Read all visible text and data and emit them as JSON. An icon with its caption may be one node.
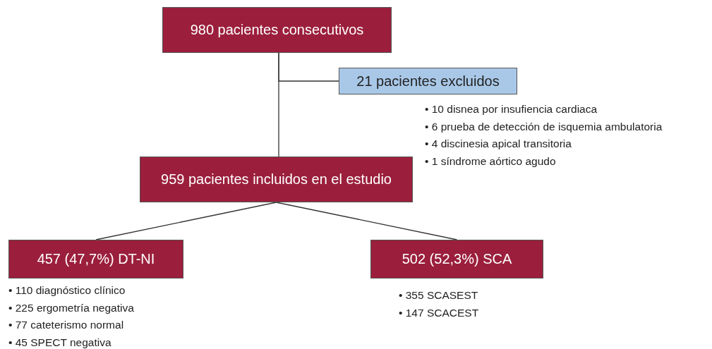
{
  "diagram": {
    "nodes": [
      {
        "text": [
          "980 pacientes consecutivos"
        ]
      },
      {
        "text": [
          "21 pacientes excluidos"
        ],
        "beside": [
          "• 10 disnea por insufiencia cardiaca",
          "• 6 prueba de detección de isquemia ambulatoria",
          "• 4 discinesia apical transitoria",
          "• 1 síndrome aórtico agudo"
        ]
      },
      {
        "text": [
          "959 pacientes incluidos en el estudio"
        ]
      },
      {
        "text": [
          "457 (47,7%) DT-NI"
        ],
        "beside": [
          "• 110 diagnóstico clínico",
          "• 225 ergometría negativa",
          "• 77 cateterismo normal",
          "• 45 SPECT negativa"
        ]
      },
      {
        "text": [
          "502 (52,3%) SCA"
        ],
        "beside": [
          "• 355 SCASEST",
          "• 147 SCACEST"
        ]
      }
    ],
    "edges": [
      {
        "from": 0,
        "to": 1,
        "arrow": "none"
      },
      {
        "from": 0,
        "to": 2,
        "arrow": "none"
      },
      {
        "from": 2,
        "to": 3,
        "arrow": "none"
      },
      {
        "from": 2,
        "to": 4,
        "arrow": "none"
      }
    ]
  }
}
